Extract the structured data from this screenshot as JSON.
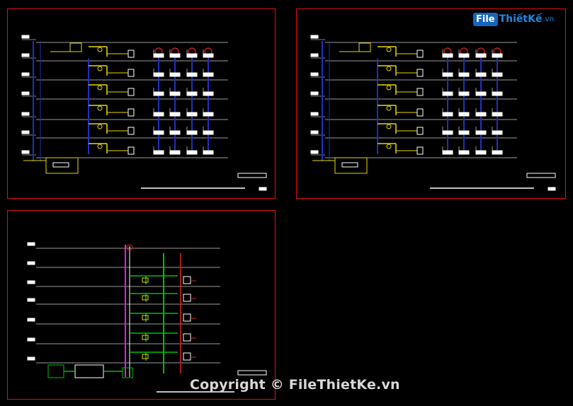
{
  "logo": {
    "box": "File",
    "text": "ThiếtKế",
    "domain": ".vn"
  },
  "copyright": "Copyright © FileThietKe.vn",
  "colors": {
    "frame": "#e01010",
    "bus": "#2030c0",
    "floor": "#9a9a9a",
    "wire_yellow": "#e8d800",
    "pipe_green": "#00c000",
    "pipe_magenta": "#e020e0",
    "pipe_red": "#e02020",
    "text": "#ffffff",
    "background": "#000000"
  },
  "icons": {
    "logo": "filethietke-logo-icon"
  }
}
